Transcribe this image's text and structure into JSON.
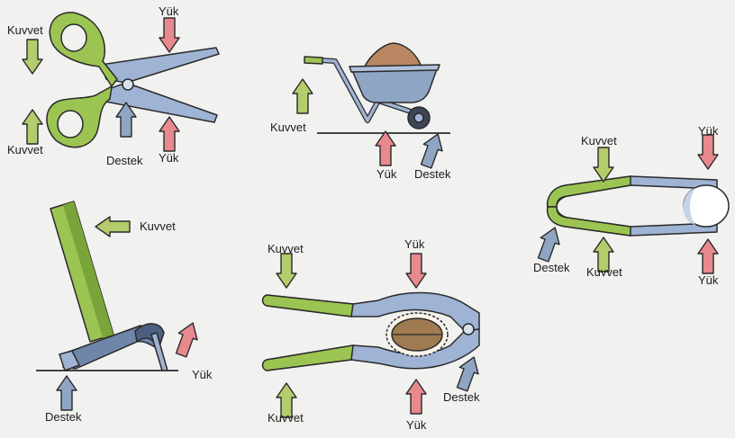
{
  "labels": {
    "force": "Kuvvet",
    "load": "Yük",
    "fulcrum": "Destek"
  },
  "colors": {
    "force_arrow": "#b4cc6b",
    "load_arrow": "#e8898d",
    "fulcrum_arrow": "#8fa5c4",
    "handle_green": "#9cc452",
    "metal_blue": "#9fb3d4",
    "outline": "#2a2a2a",
    "soil": "#b98863",
    "nut": "#a07a50",
    "background": "#f1f1ef"
  },
  "tools": [
    {
      "name": "scissors",
      "arrows": [
        "force",
        "force",
        "load",
        "load",
        "fulcrum"
      ]
    },
    {
      "name": "wheelbarrow",
      "arrows": [
        "force",
        "load",
        "fulcrum"
      ]
    },
    {
      "name": "tongs",
      "arrows": [
        "force",
        "force",
        "load",
        "load",
        "fulcrum"
      ]
    },
    {
      "name": "hammer",
      "arrows": [
        "force",
        "load",
        "fulcrum"
      ]
    },
    {
      "name": "nutcracker",
      "arrows": [
        "force",
        "force",
        "load",
        "load",
        "fulcrum"
      ]
    }
  ]
}
